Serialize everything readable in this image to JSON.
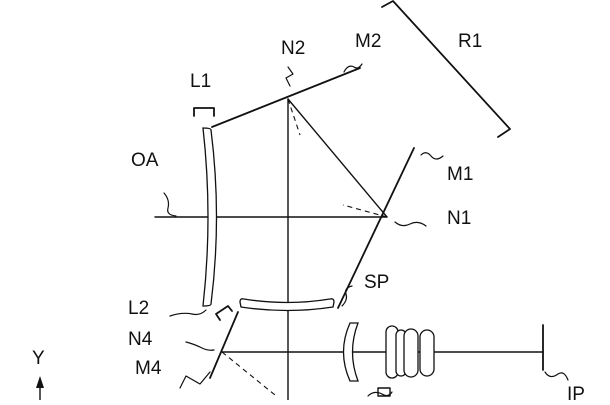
{
  "diagram": {
    "labels": {
      "N2": "N2",
      "M2": "M2",
      "R1": "R1",
      "L1": "L1",
      "OA": "OA",
      "M1": "M1",
      "N1": "N1",
      "SP": "SP",
      "L2": "L2",
      "N4": "N4",
      "M4": "M4",
      "Y": "Y",
      "IP": "IP"
    }
  }
}
